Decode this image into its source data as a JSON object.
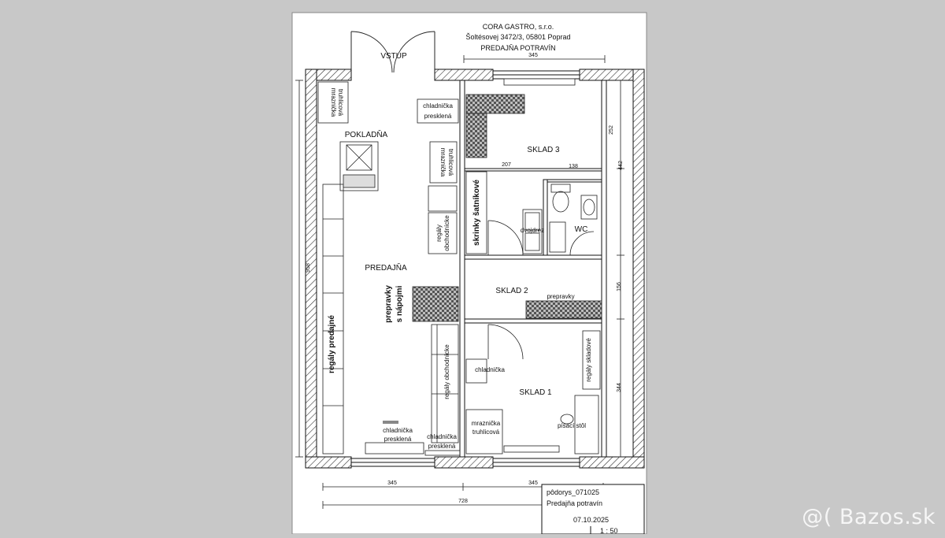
{
  "header": {
    "company": "CORA GASTRO, s.r.o.",
    "address": "Šoltésovej 3472/3, 05801 Poprad",
    "subject": "PREDAJŇA POTRAVÍN"
  },
  "entrance_label": "VSTUP",
  "rooms": {
    "predajna": "PREDAJŇA",
    "pokladna": "POKLADŇA",
    "sklad1": "SKLAD 1",
    "sklad2": "SKLAD 2",
    "sklad3": "SKLAD 3",
    "wc": "WC"
  },
  "furniture": {
    "mraznicka_top_1": "mraznička",
    "mraznicka_top_2": "truhlicová",
    "chladnicka_preskl_top_1": "chladnička",
    "chladnicka_preskl_top_2": "presklená",
    "mraznicka_mid_1": "mraznička",
    "mraznicka_mid_2": "truhlicová",
    "regaly_obch_top_1": "regály",
    "regaly_obch_top_2": "obchodnícke",
    "skrinky": "skrinky šatníkové",
    "dvojdrez": "dvojdrez",
    "prepravky_main_1": "prepravky",
    "prepravky_main_2": "s nápojmi",
    "prepravky_sklad2": "prepravky",
    "regaly_predajne": "regály predajné",
    "regaly_obch_bottom": "regály obchodnícke",
    "chladnicka_sklad1": "chladnička",
    "regaly_skladove": "regály skladové",
    "mraznicka_sklad1_1": "mraznička",
    "mraznicka_sklad1_2": "truhlicová",
    "pisaci_stol": "písací stôl",
    "chladnicka_bottom_a_1": "chladnička",
    "chladnicka_bottom_a_2": "presklená",
    "chladnicka_bottom_b_1": "chladnička",
    "chladnicka_bottom_b_2": "presklená"
  },
  "dimensions": {
    "top_345": "345",
    "d_207": "207",
    "d_138": "138",
    "d_252": "252",
    "d_442": "442",
    "d_958": "958",
    "d_156": "156",
    "d_344": "344",
    "bottom_left_345": "345",
    "bottom_right_345": "345",
    "total_728": "728"
  },
  "title_block": {
    "drawing": "pôdorys_071025",
    "name": "Predajňa potravín",
    "date": "07.10.2025",
    "scale": "1 : 50"
  },
  "watermark": "@( Bazos.sk",
  "colors": {
    "background": "#c8c8c8",
    "paper": "#ffffff",
    "line": "#111111"
  }
}
